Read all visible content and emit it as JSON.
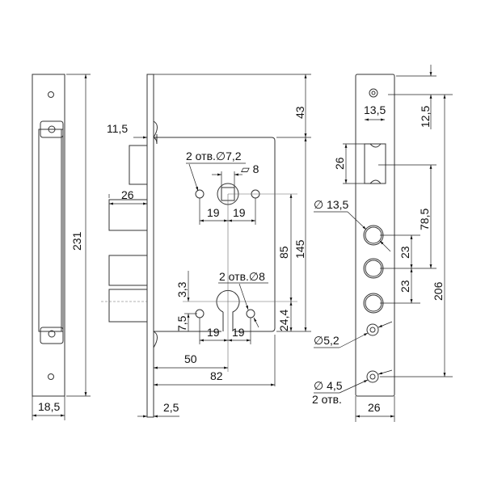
{
  "faceplate_left": {
    "height": "231",
    "width": "18,5"
  },
  "lock_body": {
    "latch_offset": "11,5",
    "bolt_throw": "26",
    "spindle_holes": "2 отв.∅7,2",
    "spindle_square": "▱ 8",
    "spindle_spacing_left": "19",
    "spindle_spacing_right": "19",
    "top_offset": "43",
    "body_height": "145",
    "center_distance": "85",
    "cylinder_offset": "24,4",
    "cylinder_holes": "2 отв.∅8",
    "offset_3_3": "3,3",
    "offset_7_5": "7,5",
    "cyl_spacing_left": "19",
    "cyl_spacing_right": "19",
    "backset": "50",
    "body_depth": "82",
    "faceplate_thickness": "2,5"
  },
  "strike_plate": {
    "notch_width": "13,5",
    "notch_height": "26",
    "top_offset": "12,5",
    "bolt_hole_diameter": "∅ 13,5",
    "hole_spacing_1": "23",
    "hole_spacing_2": "23",
    "notch_to_hole": "78,5",
    "total_height": "206",
    "screw_hole_1": "∅5,2",
    "screw_hole_2": "∅ 4,5",
    "screw_hole_2_count": "2 отв.",
    "width": "26"
  }
}
